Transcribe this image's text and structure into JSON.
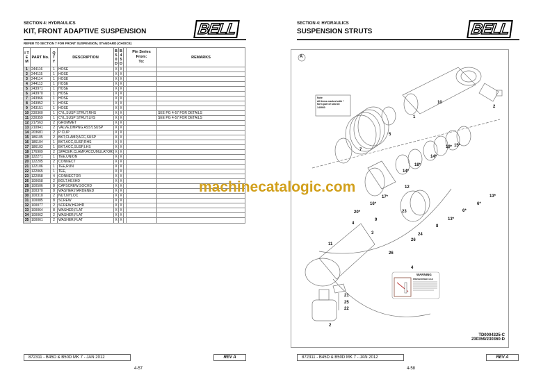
{
  "left_page": {
    "section": "SECTION 4: HYDRAULICS",
    "title": "KIT, FRONT ADAPTIVE SUSPENSION",
    "logo": "BELL",
    "note": "REFER TO SECTION 7 FOR FRONT SUSPENSION, STANDARD (CHOICE)",
    "table": {
      "headers": {
        "item": "I T E M",
        "part": "PART No.",
        "qty": "Q T Y",
        "description": "DESCRIPTION",
        "b50d": "B 5 0 D",
        "b45d": "B 4 5 D",
        "pin_series": "Pin Series",
        "pin_from": "From:",
        "pin_to": "To:",
        "remarks": "REMARKS"
      },
      "rows": [
        [
          "1",
          "244116",
          "1",
          "HOSE",
          "X",
          "X",
          ""
        ],
        [
          "2",
          "244115",
          "1",
          "HOSE",
          "X",
          "X",
          ""
        ],
        [
          "3",
          "244114",
          "1",
          "HOSE",
          "X",
          "X",
          ""
        ],
        [
          "4",
          "244113",
          "1",
          "HOSE",
          "X",
          "X",
          ""
        ],
        [
          "5",
          "243971",
          "1",
          "HOSE",
          "X",
          "X",
          ""
        ],
        [
          "6",
          "243970",
          "1",
          "HOSE",
          "X",
          "X",
          ""
        ],
        [
          "7",
          "243966",
          "1",
          "HOSE",
          "X",
          "X",
          ""
        ],
        [
          "8",
          "243952",
          "1",
          "HOSE",
          "X",
          "X",
          ""
        ],
        [
          "9",
          "243151",
          "1",
          "HOSE",
          "X",
          "X",
          ""
        ],
        [
          "10",
          "230360",
          "1",
          "CYL,SUSP STRUT,RHS",
          "X",
          "X",
          "SEE PG 4-57 FOR DETAILS"
        ],
        [
          "11",
          "230359",
          "1",
          "CYL,SUSP STRUT,LHS",
          "X",
          "X",
          "SEE PG 4-57 FOR DETAILS"
        ],
        [
          "12",
          "217563",
          "2",
          "GROMMET",
          "X",
          "X",
          ""
        ],
        [
          "13",
          "210941",
          "2",
          "VALVE,DMPNG ASSY,SUSP",
          "X",
          "X",
          ""
        ],
        [
          "14",
          "203681",
          "2",
          "P CLIP",
          "X",
          "X",
          ""
        ],
        [
          "15",
          "186105",
          "2",
          "BKT,CLAMP,ACC,SUSP",
          "X",
          "X",
          ""
        ],
        [
          "16",
          "186104",
          "1",
          "BKT,ACC,SUSP,RHS",
          "X",
          "X",
          ""
        ],
        [
          "17",
          "186103",
          "1",
          "BKT,ACC,SUSP,LHS",
          "X",
          "X",
          ""
        ],
        [
          "18",
          "176909",
          "2",
          "SPACER,CLAMP,ACCUMULATORS",
          "X",
          "X",
          ""
        ],
        [
          "19",
          "122271",
          "1",
          "TEE,UNION",
          "X",
          "X",
          ""
        ],
        [
          "20",
          "122205",
          "2",
          "CONNECT",
          "X",
          "X",
          ""
        ],
        [
          "21",
          "122106",
          "1",
          "TEE,RUN",
          "X",
          "X",
          ""
        ],
        [
          "22",
          "122065",
          "1",
          "TEE,",
          "X",
          "X",
          ""
        ],
        [
          "23",
          "122058",
          "4",
          "CONNECTOR",
          "X",
          "X",
          ""
        ],
        [
          "26",
          "100658",
          "2",
          "BOLT,HEXHD",
          "X",
          "X",
          ""
        ],
        [
          "28",
          "100506",
          "8",
          "CAPSCREW,SOCHD",
          "X",
          "X",
          ""
        ],
        [
          "29",
          "100370",
          "8",
          "WASHER,HARDENED",
          "X",
          "X",
          ""
        ],
        [
          "30",
          "100310",
          "2",
          "NUT,NYLOC",
          "X",
          "X",
          ""
        ],
        [
          "31",
          "100085",
          "8",
          "SCREW",
          "X",
          "X",
          ""
        ],
        [
          "32",
          "100077",
          "2",
          "SCREW,HEXHD",
          "X",
          "X",
          ""
        ],
        [
          "33",
          "100064",
          "8",
          "WASHER,FLAT",
          "X",
          "X",
          ""
        ],
        [
          "34",
          "100062",
          "2",
          "WASHER,FLAT",
          "X",
          "X",
          ""
        ],
        [
          "35",
          "100061",
          "2",
          "WASHER,FLAT",
          "X",
          "X",
          ""
        ]
      ]
    },
    "footer": {
      "doc": "872311 - B45D & B50D MK 7 - JAN 2012",
      "rev": "REV A",
      "page": "4-57"
    }
  },
  "right_page": {
    "section": "SECTION 4: HYDRAULICS",
    "title": "SUSPENSION STRUTS",
    "logo": "BELL",
    "diagram": {
      "view": "A",
      "note": [
        "Note",
        "All items marked with *",
        "form part of seal kit",
        "140930"
      ],
      "warning_title": "WARNING",
      "warning_sub": "PRESSURISED GAS",
      "labels": [
        "10",
        "2",
        "1",
        "5",
        "7",
        "19*",
        "15*",
        "14*",
        "18*",
        "14*",
        "12",
        "17*",
        "13*",
        "6*",
        "16*",
        "20*",
        "23",
        "6*",
        "9",
        "13*",
        "4",
        "8",
        "3",
        "24",
        "26",
        "11",
        "26",
        "4",
        "21",
        "25",
        "22",
        "2"
      ],
      "ref1": "TD0004325-C",
      "ref2": "230359/230360-D"
    },
    "footer": {
      "doc": "872311 - B45D & B50D MK 7 - JAN 2012",
      "rev": "REV A",
      "page": "4-58"
    }
  },
  "watermark": "machinecatalogic.com"
}
